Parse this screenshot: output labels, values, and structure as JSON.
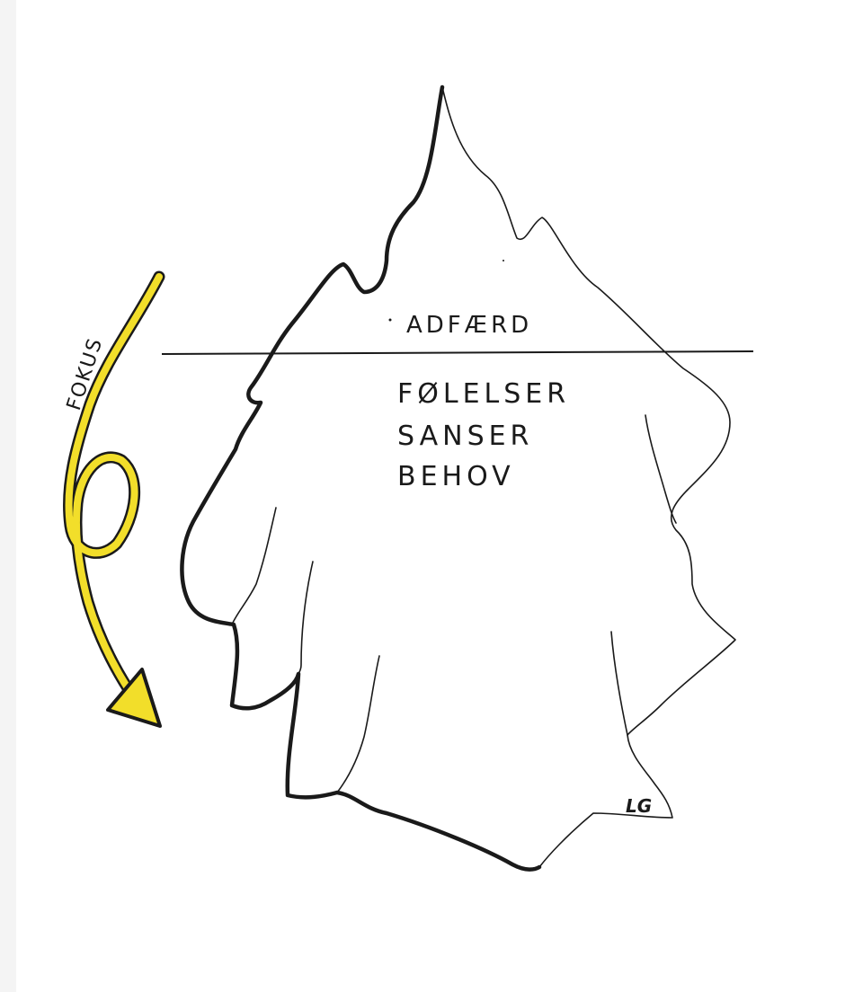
{
  "diagram": {
    "above_water_label": "ADFÆRD",
    "below_water_labels": [
      "FØLELSER",
      "SANSER",
      "BEHOV"
    ],
    "arrow_label": "FOKUS",
    "signature": "LG",
    "colors": {
      "ink": "#1a1a1a",
      "arrow_fill": "#f2de2a",
      "paper": "#ffffff",
      "background": "#f4f4f4"
    }
  }
}
